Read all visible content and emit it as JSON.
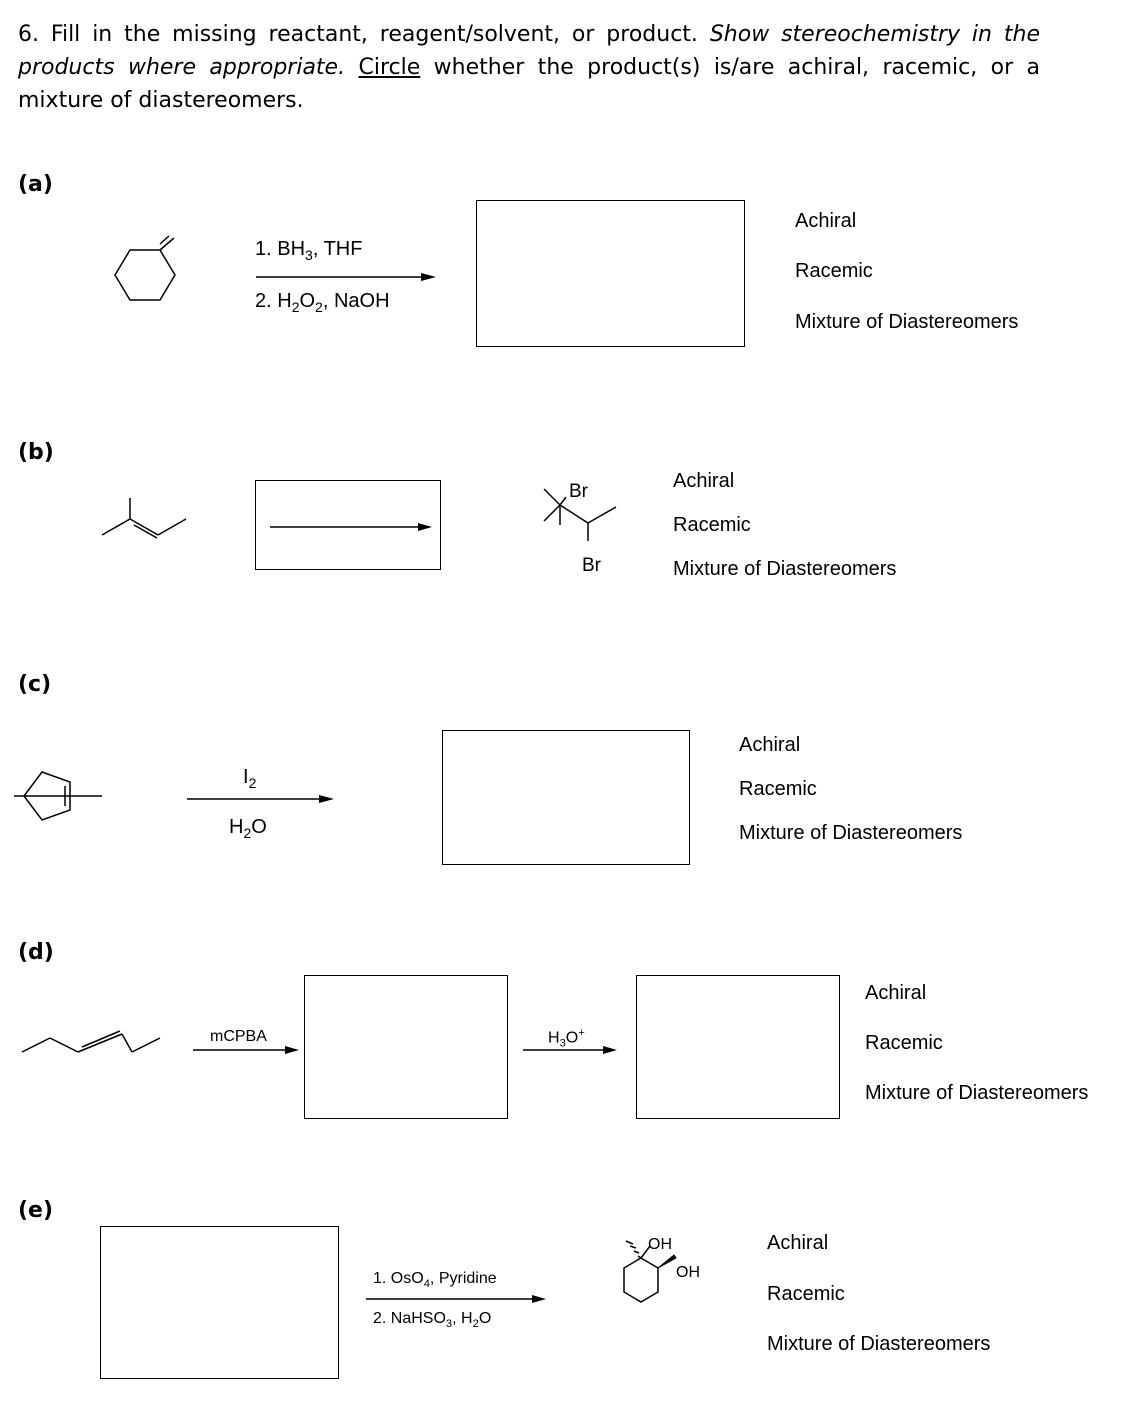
{
  "question": {
    "number": "6.",
    "part1": "Fill in the missing reactant, reagent/solvent, or product.",
    "part2_italic": "Show stereochemistry in the products where appropriate.",
    "part3_underlined": "Circle",
    "part4": "whether the product(s) is/are achiral, racemic, or a mixture of diastereomers."
  },
  "options": {
    "achiral": "Achiral",
    "racemic": "Racemic",
    "mixture": "Mixture of Diastereomers"
  },
  "parts": {
    "a": {
      "label": "(a)",
      "step1": "1. BH",
      "step1_sub": "3",
      "step1_tail": ", THF",
      "step2": "2. H",
      "step2_sub1": "2",
      "step2_mid": "O",
      "step2_sub2": "2",
      "step2_tail": ", NaOH"
    },
    "b": {
      "label": "(b)",
      "br_top": "Br",
      "br_bottom": "Br"
    },
    "c": {
      "label": "(c)",
      "reagent_top": "I",
      "reagent_top_sub": "2",
      "reagent_bottom": "H",
      "reagent_bottom_sub": "2",
      "reagent_bottom_tail": "O"
    },
    "d": {
      "label": "(d)",
      "reagent1": "mCPBA",
      "reagent2": "H",
      "reagent2_sub": "3",
      "reagent2_mid": "O",
      "reagent2_sup": "+"
    },
    "e": {
      "label": "(e)",
      "step1": "1. OsO",
      "step1_sub": "4",
      "step1_tail": ", Pyridine",
      "step2": "2. NaHSO",
      "step2_sub": "3",
      "step2_mid": ", H",
      "step2_sub2": "2",
      "step2_tail": "O",
      "oh1": "OH",
      "oh2": "OH"
    }
  }
}
